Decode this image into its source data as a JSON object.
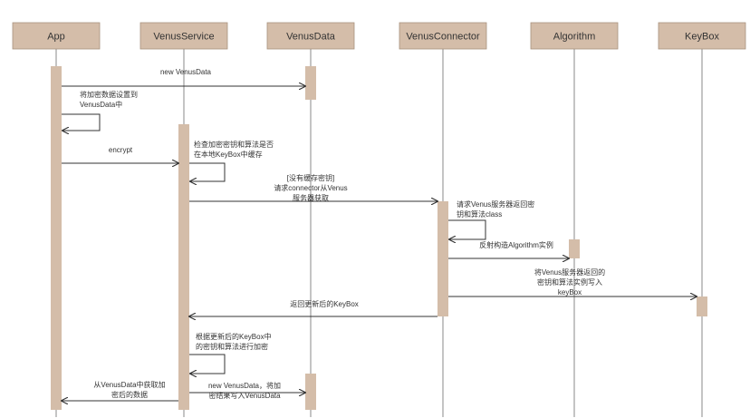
{
  "lifelines": [
    {
      "id": "app",
      "name": "App"
    },
    {
      "id": "service",
      "name": "VenusService"
    },
    {
      "id": "data",
      "name": "VenusData"
    },
    {
      "id": "connector",
      "name": "VenusConnector"
    },
    {
      "id": "algorithm",
      "name": "Algorithm"
    },
    {
      "id": "keybox",
      "name": "KeyBox"
    }
  ],
  "messages": [
    {
      "id": "m1",
      "from": "app",
      "to": "data",
      "lines": [
        "new VenusData"
      ]
    },
    {
      "id": "m2",
      "from": "app",
      "to": "app",
      "self": true,
      "lines": [
        "将加密数据设置到",
        "VenusData中"
      ]
    },
    {
      "id": "m3",
      "from": "app",
      "to": "service",
      "lines": [
        "encrypt"
      ]
    },
    {
      "id": "m4",
      "from": "service",
      "to": "service",
      "self": true,
      "lines": [
        "检查加密密钥和算法是否",
        "在本地KeyBox中缓存"
      ]
    },
    {
      "id": "m5",
      "from": "service",
      "to": "connector",
      "lines": [
        "[没有缓存密钥]",
        "请求connector从Venus",
        "服务器获取"
      ]
    },
    {
      "id": "m6",
      "from": "connector",
      "to": "connector",
      "self": true,
      "lines": [
        "请求Venus服务器返回密",
        "钥和算法class"
      ]
    },
    {
      "id": "m7",
      "from": "connector",
      "to": "algorithm",
      "lines": [
        "反射构造Algorithm实例"
      ]
    },
    {
      "id": "m8",
      "from": "connector",
      "to": "keybox",
      "lines": [
        "将Venus服务器返回的",
        "密钥和算法实例写入",
        "keyBox"
      ]
    },
    {
      "id": "m9",
      "from": "connector",
      "to": "service",
      "lines": [
        "返回更新后的KeyBox"
      ]
    },
    {
      "id": "m10",
      "from": "service",
      "to": "service",
      "self": true,
      "lines": [
        "根据更新后的KeyBox中",
        "的密钥和算法进行加密"
      ]
    },
    {
      "id": "m11",
      "from": "service",
      "to": "data",
      "lines": [
        "new VenusData，将加",
        "密结果写入VenusData"
      ]
    },
    {
      "id": "m12",
      "from": "service",
      "to": "app",
      "lines": [
        "从VenusData中获取加",
        "密后的数据"
      ]
    }
  ]
}
